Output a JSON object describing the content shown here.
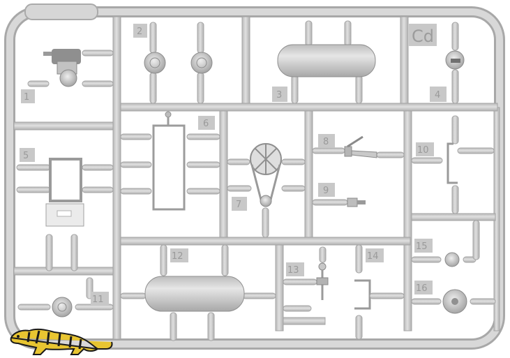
{
  "colors": {
    "plastic": "#cfcfcf",
    "plastic_dark": "#a9a9a9",
    "background": "#ffffff",
    "number_tab": "#c6c6c6",
    "number_text": "#9a9a9a",
    "logo_yellow": "#e8c531",
    "logo_black": "#1a1a1a"
  },
  "sprue_code": "Cd",
  "part_numbers": [
    "1",
    "2",
    "3",
    "4",
    "5",
    "6",
    "7",
    "8",
    "9",
    "10",
    "11",
    "12",
    "13",
    "14",
    "15",
    "16"
  ],
  "logo": {
    "icon": "tiger-logo-icon"
  }
}
